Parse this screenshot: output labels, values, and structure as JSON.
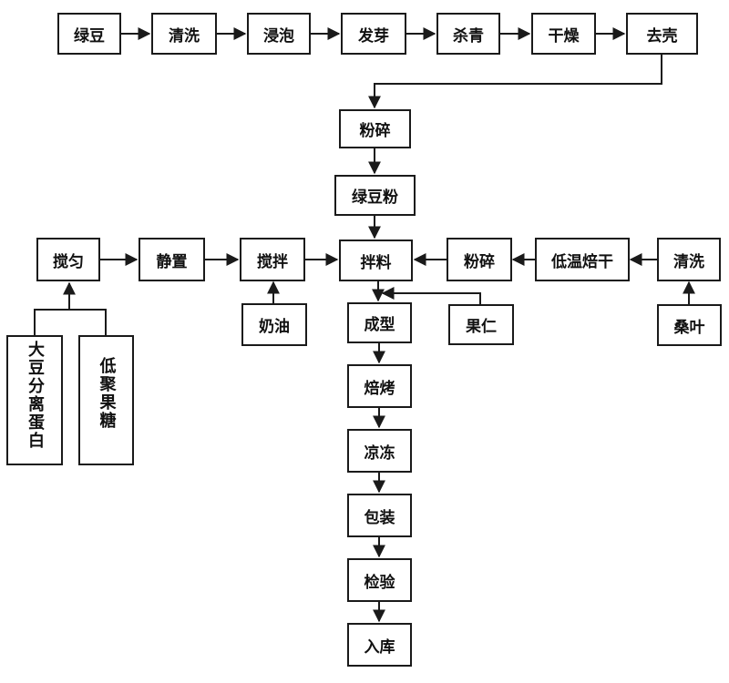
{
  "colors": {
    "stroke": "#1a1a1a",
    "text": "#111111",
    "background": "#ffffff"
  },
  "nodes": {
    "mung_bean": "绿豆",
    "wash1": "清洗",
    "soak": "浸泡",
    "sprout": "发芽",
    "blanch": "杀青",
    "dry": "干燥",
    "dehull": "去壳",
    "crush1": "粉碎",
    "mung_bean_powder": "绿豆粉",
    "mix_even": "搅匀",
    "stand": "静置",
    "stir": "搅拌",
    "blend": "拌料",
    "crush2": "粉碎",
    "low_temp_bake_dry": "低温焙干",
    "wash2": "清洗",
    "soy_protein_isolate": "大豆分离蛋白",
    "oligofructose": "低聚果糖",
    "butter": "奶油",
    "shape": "成型",
    "nuts": "果仁",
    "mulberry_leaf": "桑叶",
    "bake": "焙烤",
    "cool_freeze": "凉冻",
    "package": "包装",
    "inspect": "检验",
    "storage": "入库"
  }
}
